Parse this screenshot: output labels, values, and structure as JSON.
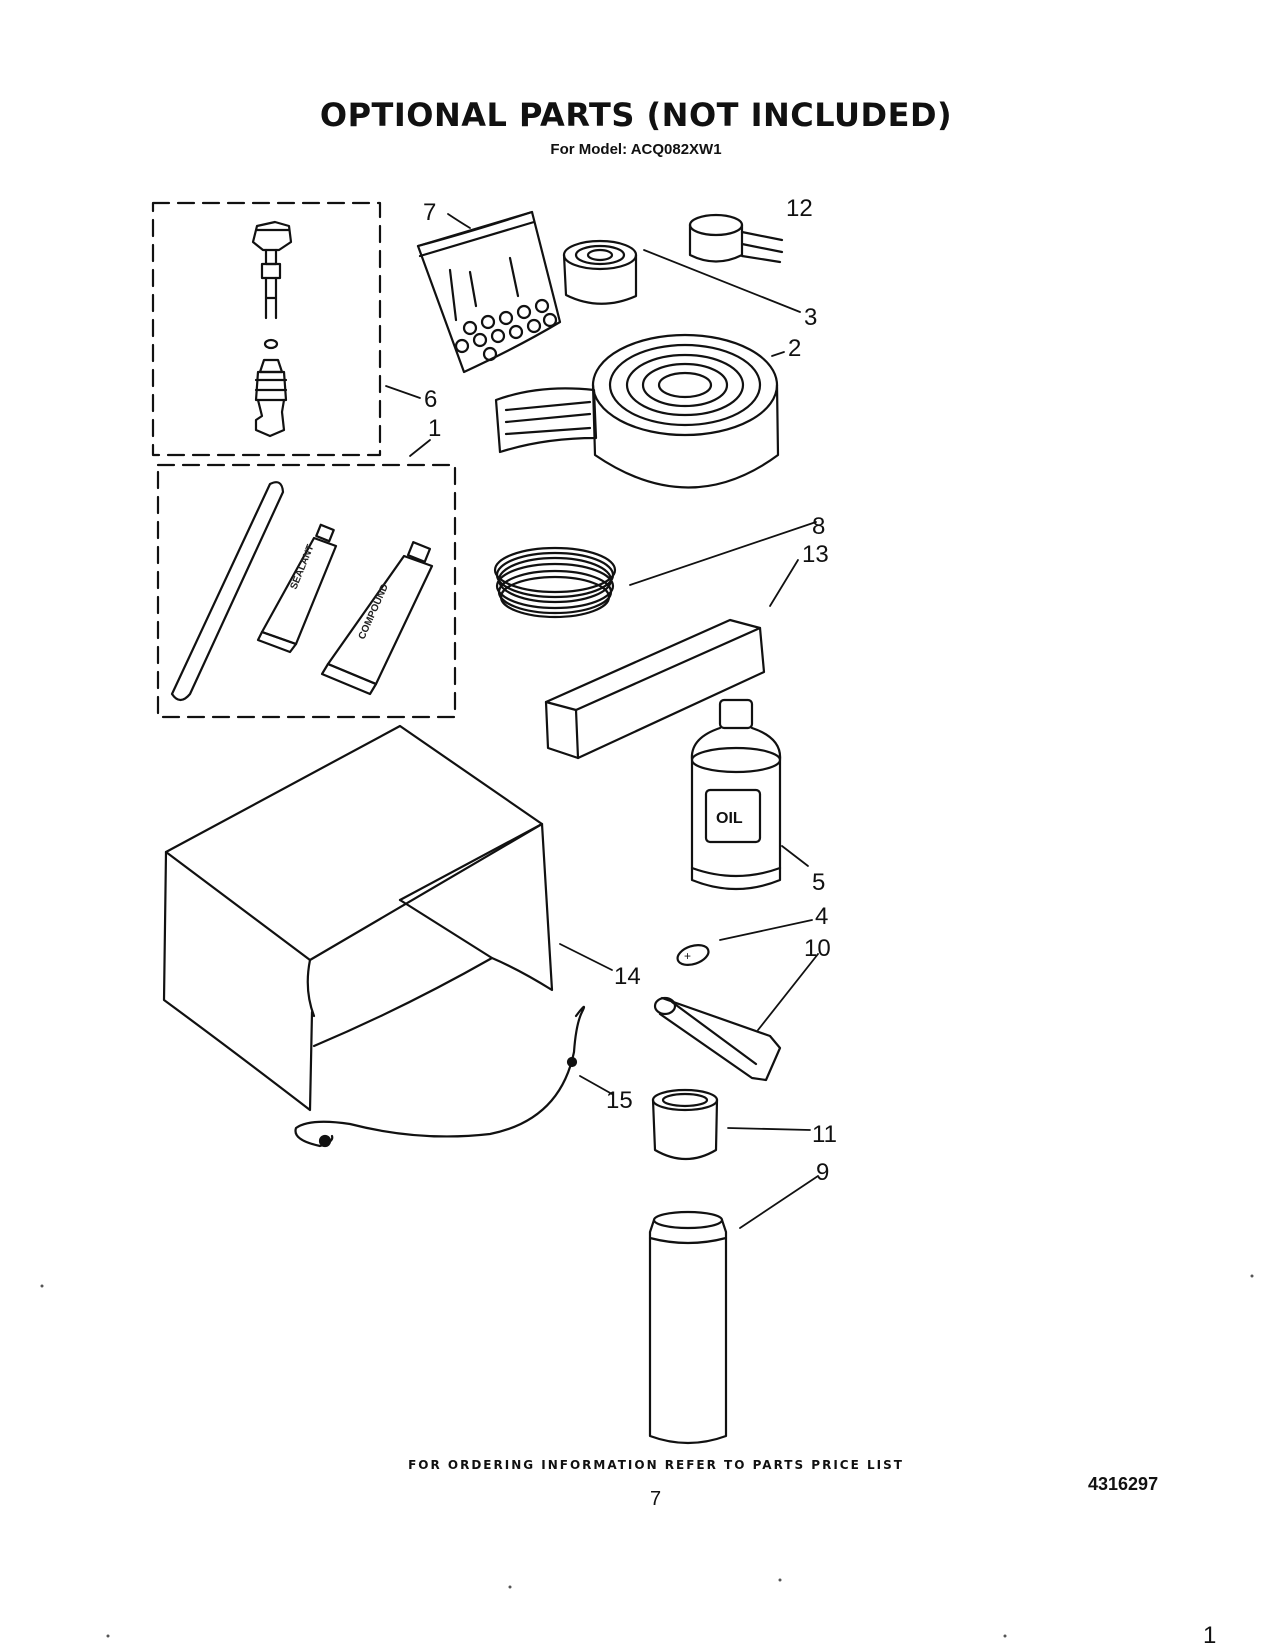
{
  "header": {
    "title": "OPTIONAL PARTS (NOT INCLUDED)",
    "subtitle": "For Model: ACQ082XW1"
  },
  "callouts": [
    "1",
    "2",
    "3",
    "4",
    "5",
    "6",
    "7",
    "8",
    "9",
    "10",
    "11",
    "12",
    "13",
    "14",
    "15"
  ],
  "part_labels": {
    "bottle": "OIL"
  },
  "footer": {
    "ordering_info": "FOR ORDERING INFORMATION REFER TO PARTS PRICE LIST",
    "page_number": "7",
    "document_number": "4316297",
    "corner_mark": "1"
  }
}
